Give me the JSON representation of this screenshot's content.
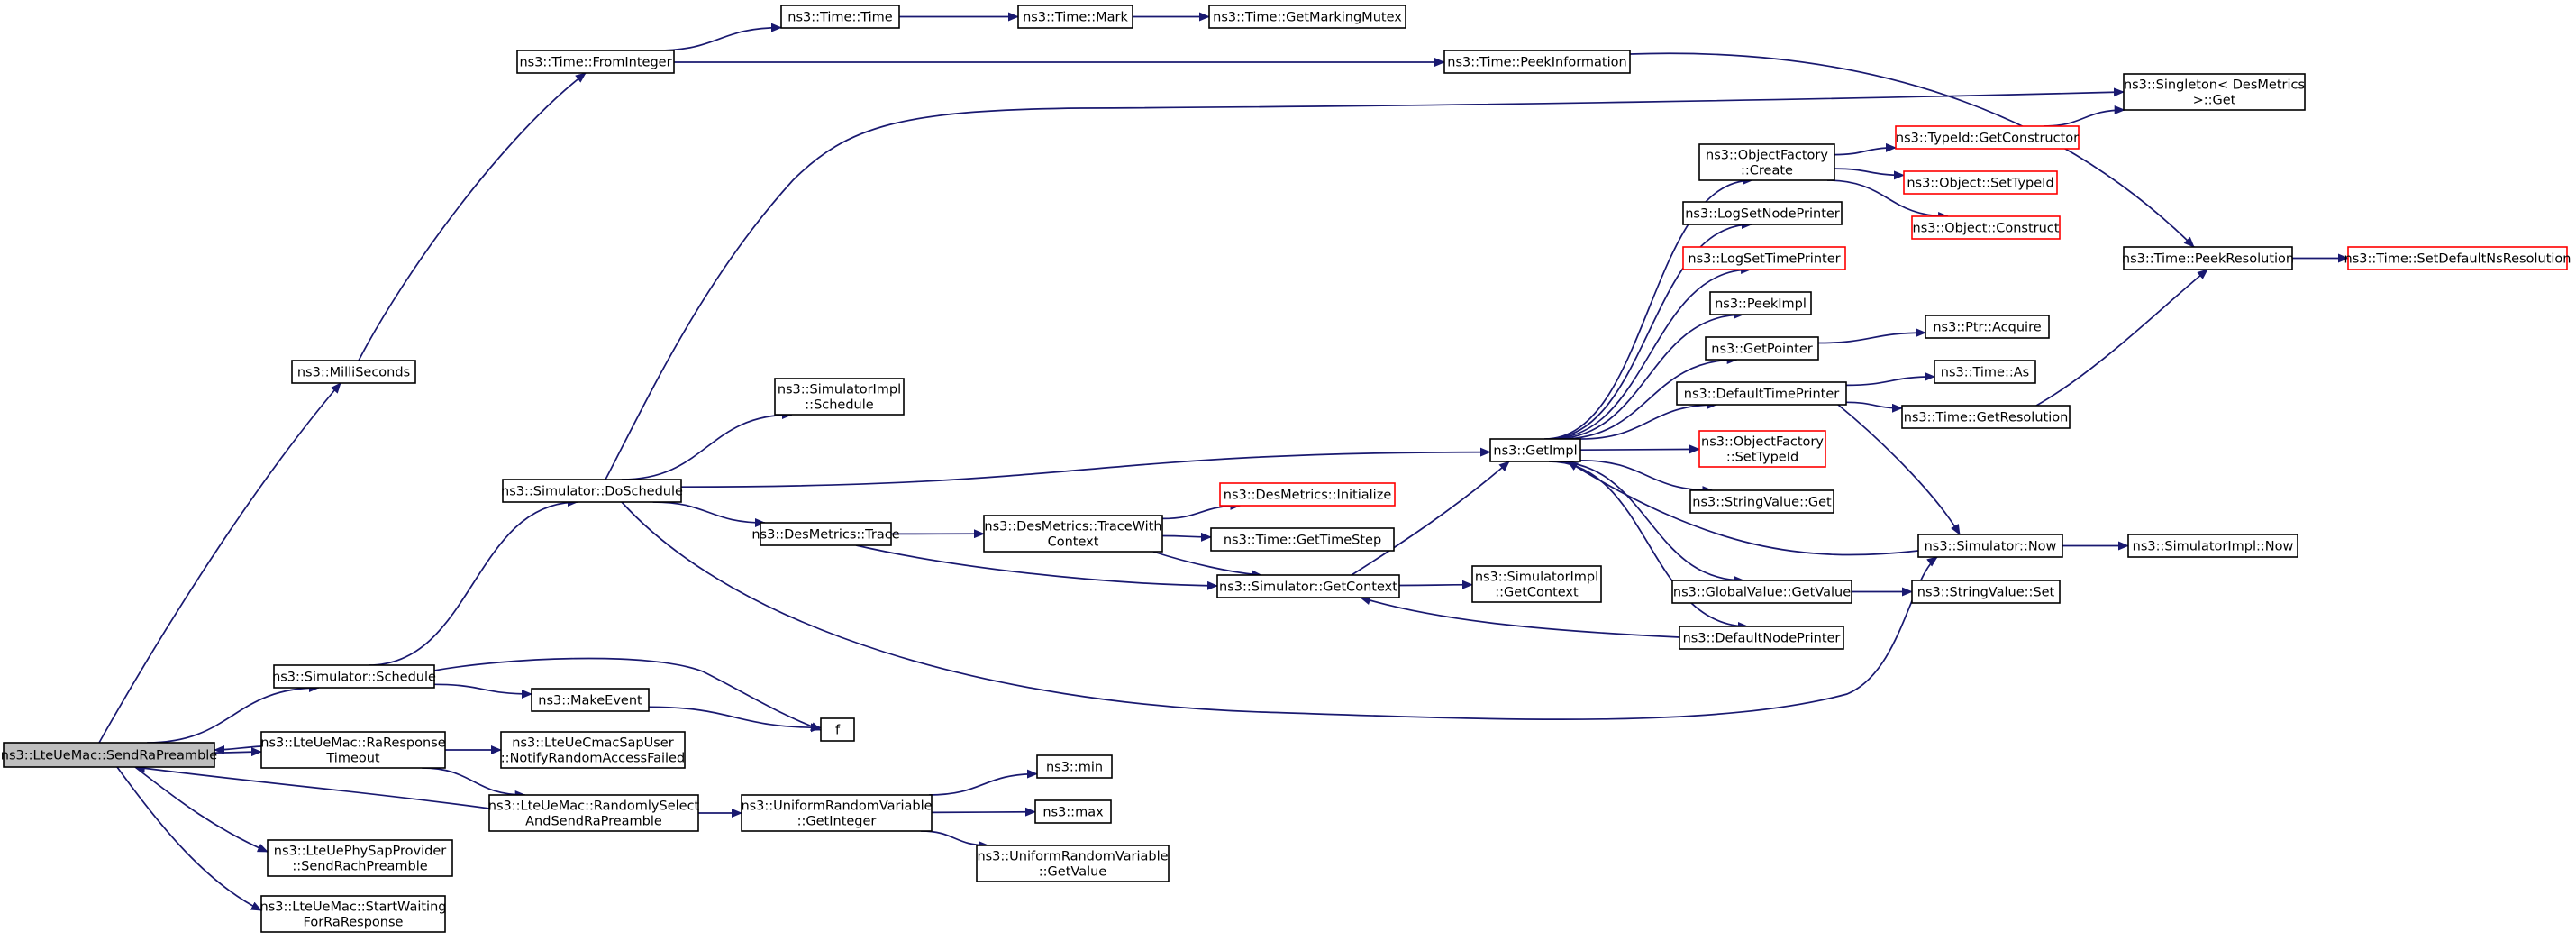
{
  "colors": {
    "edge": "#191970",
    "node_border": "#000000",
    "node_border_truncated": "#ff0000",
    "root_fill": "#bfbfbf",
    "node_fill": "#ffffff",
    "text": "#000000"
  },
  "nodes": [
    {
      "id": "root",
      "lines": [
        "ns3::LteUeMac::SendRaPreamble"
      ],
      "root": true
    },
    {
      "id": "milliseconds",
      "lines": [
        "ns3::MilliSeconds"
      ]
    },
    {
      "id": "fromint",
      "lines": [
        "ns3::Time::FromInteger"
      ]
    },
    {
      "id": "time_time",
      "lines": [
        "ns3::Time::Time"
      ]
    },
    {
      "id": "time_mark",
      "lines": [
        "ns3::Time::Mark"
      ]
    },
    {
      "id": "mutex",
      "lines": [
        "ns3::Time::GetMarkingMutex"
      ]
    },
    {
      "id": "peekinfo",
      "lines": [
        "ns3::Time::PeekInformation"
      ]
    },
    {
      "id": "singleton",
      "lines": [
        "ns3::Singleton< DesMetrics",
        " >::Get"
      ]
    },
    {
      "id": "peekres",
      "lines": [
        "ns3::Time::PeekResolution"
      ]
    },
    {
      "id": "setdefns",
      "lines": [
        "ns3::Time::SetDefaultNsResolution"
      ],
      "truncated": true
    },
    {
      "id": "objf_create",
      "lines": [
        "ns3::ObjectFactory",
        "::Create"
      ]
    },
    {
      "id": "getctor",
      "lines": [
        "ns3::TypeId::GetConstructor"
      ],
      "truncated": true
    },
    {
      "id": "settypeid",
      "lines": [
        "ns3::Object::SetTypeId"
      ],
      "truncated": true
    },
    {
      "id": "construct",
      "lines": [
        "ns3::Object::Construct"
      ],
      "truncated": true
    },
    {
      "id": "lognode",
      "lines": [
        "ns3::LogSetNodePrinter"
      ]
    },
    {
      "id": "logtime",
      "lines": [
        "ns3::LogSetTimePrinter"
      ],
      "truncated": true
    },
    {
      "id": "peekimpl",
      "lines": [
        "ns3::PeekImpl"
      ]
    },
    {
      "id": "getpointer",
      "lines": [
        "ns3::GetPointer"
      ]
    },
    {
      "id": "acquire",
      "lines": [
        "ns3::Ptr::Acquire"
      ]
    },
    {
      "id": "deftime",
      "lines": [
        "ns3::DefaultTimePrinter"
      ]
    },
    {
      "id": "time_as",
      "lines": [
        "ns3::Time::As"
      ]
    },
    {
      "id": "getres",
      "lines": [
        "ns3::Time::GetResolution"
      ]
    },
    {
      "id": "simimpl_sched",
      "lines": [
        "ns3::SimulatorImpl",
        "::Schedule"
      ]
    },
    {
      "id": "getimpl",
      "lines": [
        "ns3::GetImpl"
      ]
    },
    {
      "id": "objf_settype",
      "lines": [
        "ns3::ObjectFactory",
        "::SetTypeId"
      ],
      "truncated": true
    },
    {
      "id": "doschedule",
      "lines": [
        "ns3::Simulator::DoSchedule"
      ]
    },
    {
      "id": "strval_get",
      "lines": [
        "ns3::StringValue::Get"
      ]
    },
    {
      "id": "desm_init",
      "lines": [
        "ns3::DesMetrics::Initialize"
      ],
      "truncated": true
    },
    {
      "id": "desm_trace",
      "lines": [
        "ns3::DesMetrics::Trace"
      ]
    },
    {
      "id": "desm_twc",
      "lines": [
        "ns3::DesMetrics::TraceWith",
        "Context"
      ]
    },
    {
      "id": "timestep",
      "lines": [
        "ns3::Time::GetTimeStep"
      ]
    },
    {
      "id": "sim_now",
      "lines": [
        "ns3::Simulator::Now"
      ]
    },
    {
      "id": "simimpl_now",
      "lines": [
        "ns3::SimulatorImpl::Now"
      ]
    },
    {
      "id": "getcontext",
      "lines": [
        "ns3::Simulator::GetContext"
      ]
    },
    {
      "id": "simimpl_ctx",
      "lines": [
        "ns3::SimulatorImpl",
        "::GetContext"
      ]
    },
    {
      "id": "gv_get",
      "lines": [
        "ns3::GlobalValue::GetValue"
      ]
    },
    {
      "id": "strval_set",
      "lines": [
        "ns3::StringValue::Set"
      ]
    },
    {
      "id": "defnode",
      "lines": [
        "ns3::DefaultNodePrinter"
      ]
    },
    {
      "id": "schedule",
      "lines": [
        "ns3::Simulator::Schedule"
      ]
    },
    {
      "id": "makeevent",
      "lines": [
        "ns3::MakeEvent"
      ]
    },
    {
      "id": "f",
      "lines": [
        "f"
      ]
    },
    {
      "id": "raresp",
      "lines": [
        "ns3::LteUeMac::RaResponse",
        "Timeout"
      ]
    },
    {
      "id": "notify",
      "lines": [
        "ns3::LteUeCmacSapUser",
        "::NotifyRandomAccessFailed"
      ]
    },
    {
      "id": "randsel",
      "lines": [
        "ns3::LteUeMac::RandomlySelect",
        "AndSendRaPreamble"
      ]
    },
    {
      "id": "urv_getint",
      "lines": [
        "ns3::UniformRandomVariable",
        "::GetInteger"
      ]
    },
    {
      "id": "min",
      "lines": [
        "ns3::min"
      ]
    },
    {
      "id": "max",
      "lines": [
        "ns3::max"
      ]
    },
    {
      "id": "urv_getval",
      "lines": [
        "ns3::UniformRandomVariable",
        "::GetValue"
      ]
    },
    {
      "id": "phy_rach",
      "lines": [
        "ns3::LteUePhySapProvider",
        "::SendRachPreamble"
      ]
    },
    {
      "id": "startwait",
      "lines": [
        "ns3::LteUeMac::StartWaiting",
        "ForRaResponse"
      ]
    }
  ],
  "edges": [
    [
      "root",
      "milliseconds"
    ],
    [
      "milliseconds",
      "fromint"
    ],
    [
      "fromint",
      "time_time"
    ],
    [
      "time_time",
      "time_mark"
    ],
    [
      "time_mark",
      "mutex"
    ],
    [
      "fromint",
      "peekinfo"
    ],
    [
      "peekinfo",
      "peekres"
    ],
    [
      "peekres",
      "setdefns"
    ],
    [
      "root",
      "schedule"
    ],
    [
      "schedule",
      "doschedule"
    ],
    [
      "schedule",
      "makeevent"
    ],
    [
      "schedule",
      "f"
    ],
    [
      "makeevent",
      "f"
    ],
    [
      "doschedule",
      "singleton"
    ],
    [
      "doschedule",
      "simimpl_sched"
    ],
    [
      "doschedule",
      "getimpl"
    ],
    [
      "doschedule",
      "desm_trace"
    ],
    [
      "doschedule",
      "sim_now"
    ],
    [
      "getimpl",
      "objf_create"
    ],
    [
      "getimpl",
      "lognode"
    ],
    [
      "getimpl",
      "logtime"
    ],
    [
      "getimpl",
      "peekimpl"
    ],
    [
      "getimpl",
      "getpointer"
    ],
    [
      "getimpl",
      "deftime"
    ],
    [
      "getimpl",
      "objf_settype"
    ],
    [
      "getimpl",
      "strval_get"
    ],
    [
      "getimpl",
      "gv_get"
    ],
    [
      "getimpl",
      "defnode"
    ],
    [
      "objf_create",
      "getctor"
    ],
    [
      "objf_create",
      "settypeid"
    ],
    [
      "objf_create",
      "construct"
    ],
    [
      "getctor",
      "singleton"
    ],
    [
      "getpointer",
      "acquire"
    ],
    [
      "deftime",
      "time_as"
    ],
    [
      "deftime",
      "getres"
    ],
    [
      "deftime",
      "sim_now"
    ],
    [
      "getres",
      "peekres"
    ],
    [
      "sim_now",
      "getimpl"
    ],
    [
      "sim_now",
      "simimpl_now"
    ],
    [
      "desm_trace",
      "desm_twc"
    ],
    [
      "desm_trace",
      "getcontext"
    ],
    [
      "desm_twc",
      "desm_init"
    ],
    [
      "desm_twc",
      "timestep"
    ],
    [
      "desm_twc",
      "getcontext"
    ],
    [
      "getcontext",
      "getimpl"
    ],
    [
      "getcontext",
      "simimpl_ctx"
    ],
    [
      "defnode",
      "getcontext"
    ],
    [
      "gv_get",
      "strval_set"
    ],
    [
      "root",
      "raresp"
    ],
    [
      "raresp",
      "root"
    ],
    [
      "raresp",
      "notify"
    ],
    [
      "raresp",
      "randsel"
    ],
    [
      "randsel",
      "root"
    ],
    [
      "randsel",
      "urv_getint"
    ],
    [
      "urv_getint",
      "min"
    ],
    [
      "urv_getint",
      "max"
    ],
    [
      "urv_getint",
      "urv_getval"
    ],
    [
      "root",
      "phy_rach"
    ],
    [
      "root",
      "startwait"
    ]
  ]
}
